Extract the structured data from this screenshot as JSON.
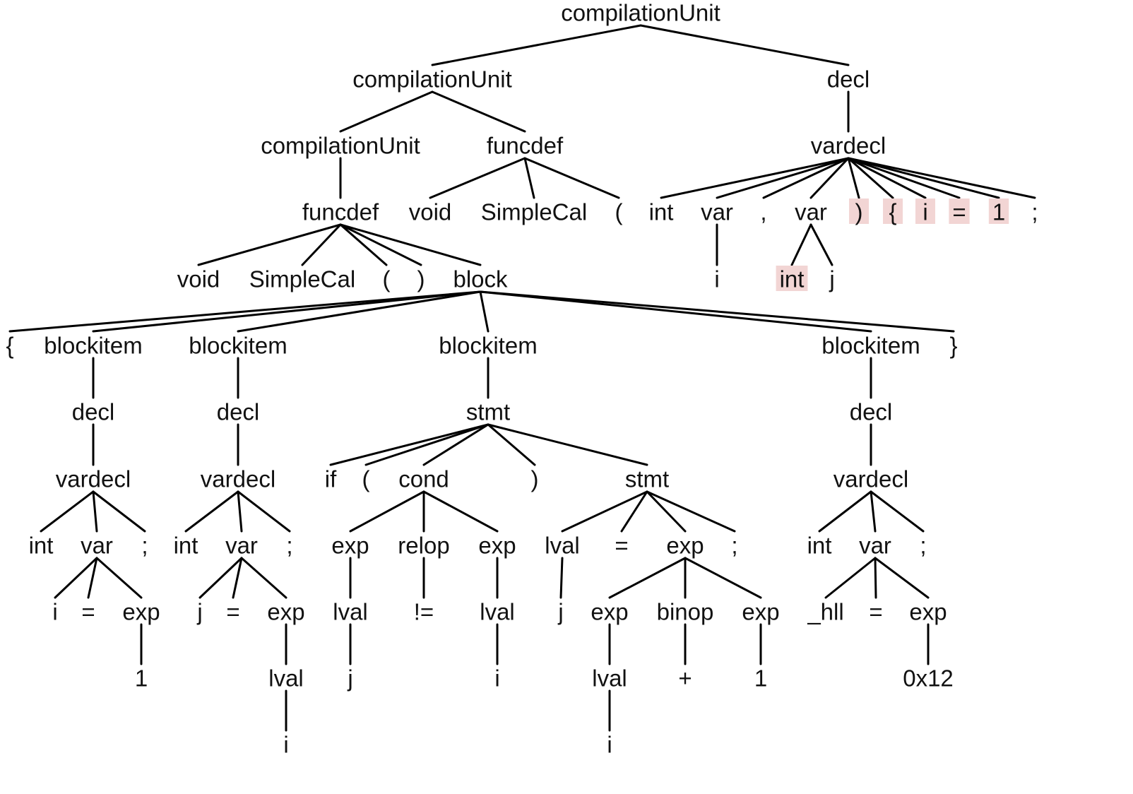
{
  "tree": {
    "highlight_color": "#f2d5d4",
    "nodes": [
      {
        "id": "root",
        "label": "compilationUnit"
      },
      {
        "id": "cu2",
        "label": "compilationUnit"
      },
      {
        "id": "declR",
        "label": "decl"
      },
      {
        "id": "cu3",
        "label": "compilationUnit"
      },
      {
        "id": "fd2",
        "label": "funcdef"
      },
      {
        "id": "vdR",
        "label": "vardecl"
      },
      {
        "id": "fd1",
        "label": "funcdef"
      },
      {
        "id": "void2",
        "label": "void"
      },
      {
        "id": "sc2",
        "label": "SimpleCal"
      },
      {
        "id": "lp2",
        "label": "("
      },
      {
        "id": "intR",
        "label": "int"
      },
      {
        "id": "varR1",
        "label": "var"
      },
      {
        "id": "commaR",
        "label": ","
      },
      {
        "id": "varR2",
        "label": "var"
      },
      {
        "id": "rpR",
        "label": ")",
        "highlight": true
      },
      {
        "id": "lbR",
        "label": "{",
        "highlight": true
      },
      {
        "id": "iR",
        "label": "i",
        "highlight": true
      },
      {
        "id": "eqR",
        "label": "=",
        "highlight": true
      },
      {
        "id": "oneR",
        "label": "1",
        "highlight": true
      },
      {
        "id": "semiR",
        "label": ";"
      },
      {
        "id": "void1",
        "label": "void"
      },
      {
        "id": "sc1",
        "label": "SimpleCal"
      },
      {
        "id": "lp1",
        "label": "("
      },
      {
        "id": "rp1",
        "label": ")"
      },
      {
        "id": "block",
        "label": "block"
      },
      {
        "id": "iR2",
        "label": "i"
      },
      {
        "id": "intR2",
        "label": "int",
        "highlight": true
      },
      {
        "id": "jR2",
        "label": "j"
      },
      {
        "id": "lbrace",
        "label": "{"
      },
      {
        "id": "bi1",
        "label": "blockitem"
      },
      {
        "id": "bi2",
        "label": "blockitem"
      },
      {
        "id": "bi3",
        "label": "blockitem"
      },
      {
        "id": "bi4",
        "label": "blockitem"
      },
      {
        "id": "rbrace",
        "label": "}"
      },
      {
        "id": "decl1",
        "label": "decl"
      },
      {
        "id": "decl2",
        "label": "decl"
      },
      {
        "id": "stmt1",
        "label": "stmt"
      },
      {
        "id": "decl4",
        "label": "decl"
      },
      {
        "id": "vd1",
        "label": "vardecl"
      },
      {
        "id": "vd2",
        "label": "vardecl"
      },
      {
        "id": "if",
        "label": "if"
      },
      {
        "id": "lpS",
        "label": "("
      },
      {
        "id": "cond",
        "label": "cond"
      },
      {
        "id": "rpS",
        "label": ")"
      },
      {
        "id": "stmt2",
        "label": "stmt"
      },
      {
        "id": "vd4",
        "label": "vardecl"
      },
      {
        "id": "int1",
        "label": "int"
      },
      {
        "id": "var1",
        "label": "var"
      },
      {
        "id": "semi1",
        "label": ";"
      },
      {
        "id": "int2",
        "label": "int"
      },
      {
        "id": "var2",
        "label": "var"
      },
      {
        "id": "semi2",
        "label": ";"
      },
      {
        "id": "expC1",
        "label": "exp"
      },
      {
        "id": "relop",
        "label": "relop"
      },
      {
        "id": "expC2",
        "label": "exp"
      },
      {
        "id": "lvalS",
        "label": "lval"
      },
      {
        "id": "eqS",
        "label": "="
      },
      {
        "id": "expS",
        "label": "exp"
      },
      {
        "id": "semiS",
        "label": ";"
      },
      {
        "id": "int4",
        "label": "int"
      },
      {
        "id": "var4",
        "label": "var"
      },
      {
        "id": "semi4",
        "label": ";"
      },
      {
        "id": "i1",
        "label": "i"
      },
      {
        "id": "eq1",
        "label": "="
      },
      {
        "id": "exp1",
        "label": "exp"
      },
      {
        "id": "j2",
        "label": "j"
      },
      {
        "id": "eq2",
        "label": "="
      },
      {
        "id": "exp2",
        "label": "exp"
      },
      {
        "id": "lvalC1",
        "label": "lval"
      },
      {
        "id": "ne",
        "label": "!="
      },
      {
        "id": "lvalC2",
        "label": "lval"
      },
      {
        "id": "jS",
        "label": "j"
      },
      {
        "id": "expS1",
        "label": "exp"
      },
      {
        "id": "binop",
        "label": "binop"
      },
      {
        "id": "expS2",
        "label": "exp"
      },
      {
        "id": "hll",
        "label": "_hll"
      },
      {
        "id": "eq4",
        "label": "="
      },
      {
        "id": "exp4",
        "label": "exp"
      },
      {
        "id": "one1",
        "label": "1"
      },
      {
        "id": "lval2",
        "label": "lval"
      },
      {
        "id": "jC",
        "label": "j"
      },
      {
        "id": "iC",
        "label": "i"
      },
      {
        "id": "lvalS1",
        "label": "lval"
      },
      {
        "id": "plus",
        "label": "+"
      },
      {
        "id": "oneS",
        "label": "1"
      },
      {
        "id": "hex",
        "label": "0x12"
      },
      {
        "id": "i2",
        "label": "i"
      },
      {
        "id": "iS",
        "label": "i"
      }
    ],
    "edges": [
      [
        "root",
        "cu2"
      ],
      [
        "root",
        "declR"
      ],
      [
        "cu2",
        "cu3"
      ],
      [
        "cu2",
        "fd2"
      ],
      [
        "declR",
        "vdR"
      ],
      [
        "cu3",
        "fd1"
      ],
      [
        "fd2",
        "void2"
      ],
      [
        "fd2",
        "sc2"
      ],
      [
        "fd2",
        "lp2"
      ],
      [
        "vdR",
        "intR"
      ],
      [
        "vdR",
        "varR1"
      ],
      [
        "vdR",
        "commaR"
      ],
      [
        "vdR",
        "varR2"
      ],
      [
        "vdR",
        "rpR"
      ],
      [
        "vdR",
        "lbR"
      ],
      [
        "vdR",
        "iR"
      ],
      [
        "vdR",
        "eqR"
      ],
      [
        "vdR",
        "oneR"
      ],
      [
        "vdR",
        "semiR"
      ],
      [
        "varR1",
        "iR2"
      ],
      [
        "varR2",
        "intR2"
      ],
      [
        "varR2",
        "jR2"
      ],
      [
        "fd1",
        "void1"
      ],
      [
        "fd1",
        "sc1"
      ],
      [
        "fd1",
        "lp1"
      ],
      [
        "fd1",
        "rp1"
      ],
      [
        "fd1",
        "block"
      ],
      [
        "block",
        "lbrace"
      ],
      [
        "block",
        "bi1"
      ],
      [
        "block",
        "bi2"
      ],
      [
        "block",
        "bi3"
      ],
      [
        "block",
        "bi4"
      ],
      [
        "block",
        "rbrace"
      ],
      [
        "bi1",
        "decl1"
      ],
      [
        "bi2",
        "decl2"
      ],
      [
        "bi3",
        "stmt1"
      ],
      [
        "bi4",
        "decl4"
      ],
      [
        "decl1",
        "vd1"
      ],
      [
        "decl2",
        "vd2"
      ],
      [
        "decl4",
        "vd4"
      ],
      [
        "stmt1",
        "if"
      ],
      [
        "stmt1",
        "lpS"
      ],
      [
        "stmt1",
        "cond"
      ],
      [
        "stmt1",
        "rpS"
      ],
      [
        "stmt1",
        "stmt2"
      ],
      [
        "vd1",
        "int1"
      ],
      [
        "vd1",
        "var1"
      ],
      [
        "vd1",
        "semi1"
      ],
      [
        "vd2",
        "int2"
      ],
      [
        "vd2",
        "var2"
      ],
      [
        "vd2",
        "semi2"
      ],
      [
        "cond",
        "expC1"
      ],
      [
        "cond",
        "relop"
      ],
      [
        "cond",
        "expC2"
      ],
      [
        "stmt2",
        "lvalS"
      ],
      [
        "stmt2",
        "eqS"
      ],
      [
        "stmt2",
        "expS"
      ],
      [
        "stmt2",
        "semiS"
      ],
      [
        "vd4",
        "int4"
      ],
      [
        "vd4",
        "var4"
      ],
      [
        "vd4",
        "semi4"
      ],
      [
        "var1",
        "i1"
      ],
      [
        "var1",
        "eq1"
      ],
      [
        "var1",
        "exp1"
      ],
      [
        "var2",
        "j2"
      ],
      [
        "var2",
        "eq2"
      ],
      [
        "var2",
        "exp2"
      ],
      [
        "expC1",
        "lvalC1"
      ],
      [
        "relop",
        "ne"
      ],
      [
        "expC2",
        "lvalC2"
      ],
      [
        "lvalS",
        "jS"
      ],
      [
        "expS",
        "expS1"
      ],
      [
        "expS",
        "binop"
      ],
      [
        "expS",
        "expS2"
      ],
      [
        "var4",
        "hll"
      ],
      [
        "var4",
        "eq4"
      ],
      [
        "var4",
        "exp4"
      ],
      [
        "exp1",
        "one1"
      ],
      [
        "exp2",
        "lval2"
      ],
      [
        "lvalC1",
        "jC"
      ],
      [
        "lvalC2",
        "iC"
      ],
      [
        "expS1",
        "lvalS1"
      ],
      [
        "binop",
        "plus"
      ],
      [
        "expS2",
        "oneS"
      ],
      [
        "exp4",
        "hex"
      ],
      [
        "lval2",
        "i2"
      ],
      [
        "lvalS1",
        "iS"
      ]
    ]
  }
}
